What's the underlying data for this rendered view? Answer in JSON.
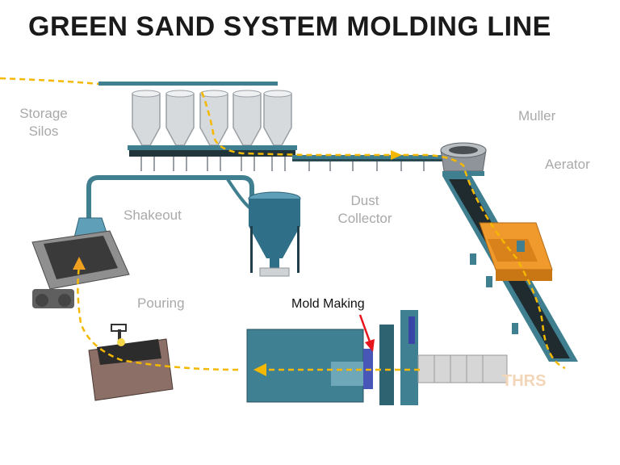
{
  "title": "GREEN SAND SYSTEM MOLDING LINE",
  "labels": {
    "storage_silos_line1": "Storage",
    "storage_silos_line2": "Silos",
    "muller": "Muller",
    "aerator": "Aerator",
    "shakeout": "Shakeout",
    "dust_collector_line1": "Dust",
    "dust_collector_line2": "Collector",
    "pouring": "Pouring",
    "mold_making": "Mold Making"
  },
  "colors": {
    "flow_line": "#f5b800",
    "flow_arrow": "#f0a020",
    "highlight_arrow": "#e8141c",
    "steel_teal": "#3f7f8f",
    "aerator_orange": "#f09a2e",
    "label_gray": "#a9a9a9"
  }
}
